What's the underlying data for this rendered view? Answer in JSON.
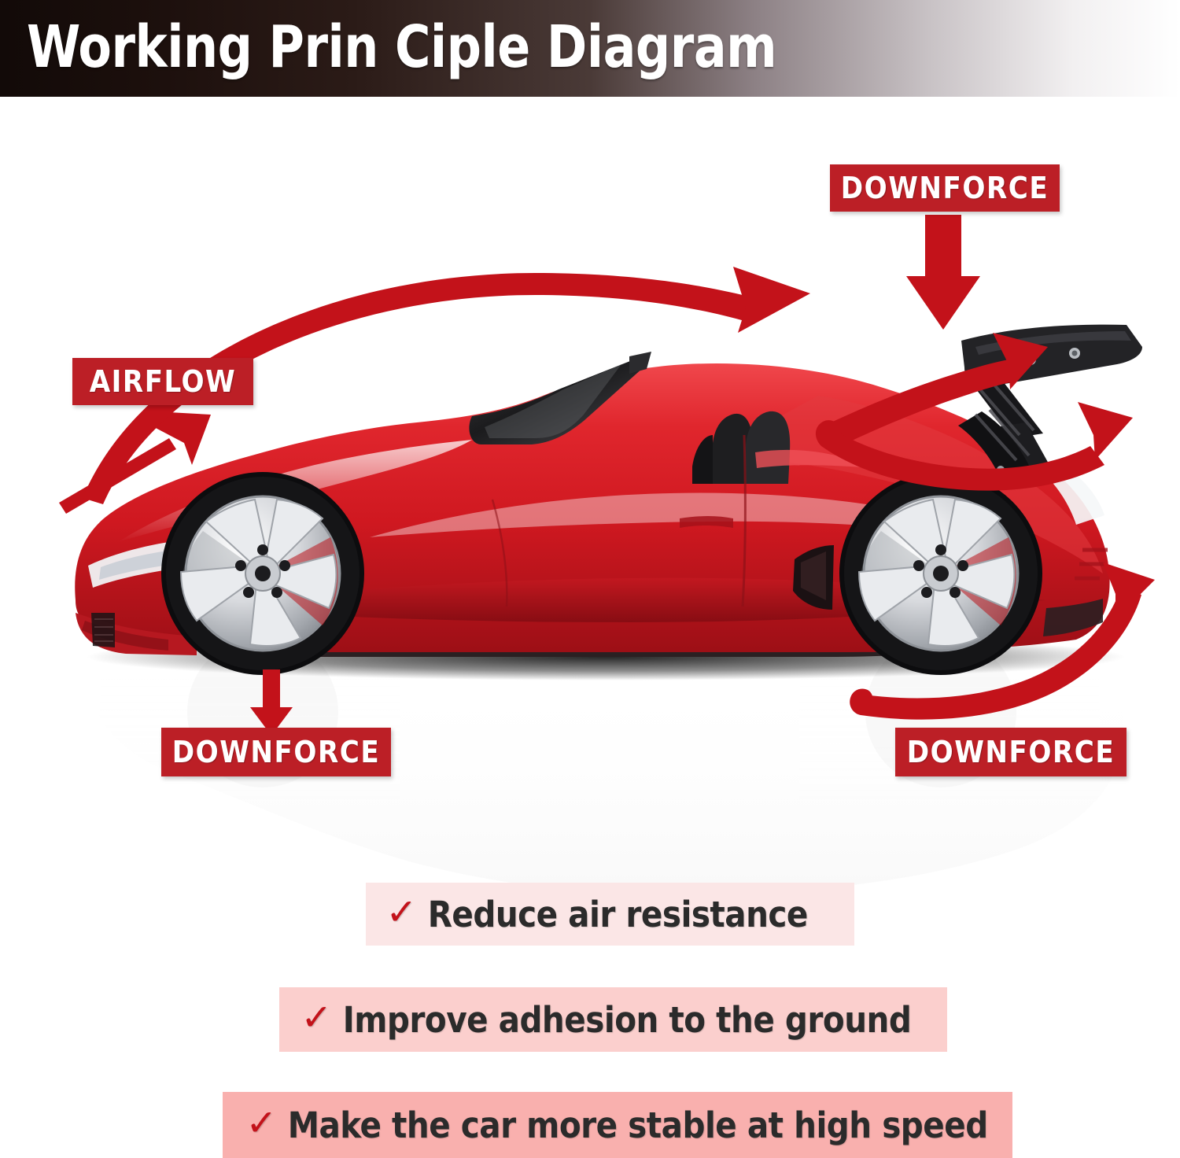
{
  "title": {
    "text": "Working Prin Ciple Diagram"
  },
  "colors": {
    "accent_red": "#bc1f26",
    "arrow_red": "#c3121a",
    "car_red": "#d81f26",
    "banner_dark": "#120a08",
    "check_red": "#c3121a",
    "bullet_bg_1": "#fbe6e6",
    "bullet_bg_2": "#fbcfcd",
    "bullet_bg_3": "#f9b0ae",
    "text_dark": "#2b2b2b"
  },
  "diagram": {
    "labels": [
      {
        "id": "airflow",
        "text": "AIRFLOW",
        "icon": "diagonal-up-arrow-icon"
      },
      {
        "id": "downforce-top",
        "text": "DOWNFORCE",
        "icon": "down-arrow-icon"
      },
      {
        "id": "downforce-front",
        "text": "DOWNFORCE",
        "icon": "down-arrow-icon"
      },
      {
        "id": "downforce-rear",
        "text": "DOWNFORCE",
        "icon": "down-arrow-icon"
      }
    ],
    "subject": {
      "name": "red-convertible-sports-car",
      "accessory": "black-rear-spoiler-wing"
    },
    "flow_arrows": [
      {
        "id": "intake-arrow",
        "name": "front-airflow-arrow-icon"
      },
      {
        "id": "over-body-arrow",
        "name": "over-body-airflow-arrow-icon"
      },
      {
        "id": "spoiler-upper-arrow",
        "name": "spoiler-upper-airflow-arrow-icon"
      },
      {
        "id": "spoiler-lower-arrow",
        "name": "spoiler-lower-airflow-arrow-icon"
      },
      {
        "id": "underbody-arrow",
        "name": "underbody-airflow-arrow-icon"
      },
      {
        "id": "downforce-top-arrow",
        "name": "downforce-down-arrow-icon"
      },
      {
        "id": "downforce-front-arrow",
        "name": "downforce-down-arrow-icon"
      }
    ]
  },
  "benefits": [
    {
      "check": "✓",
      "text": "Reduce air resistance"
    },
    {
      "check": "✓",
      "text": "Improve adhesion to the ground"
    },
    {
      "check": "✓",
      "text": "Make the car more stable at high speed"
    }
  ]
}
